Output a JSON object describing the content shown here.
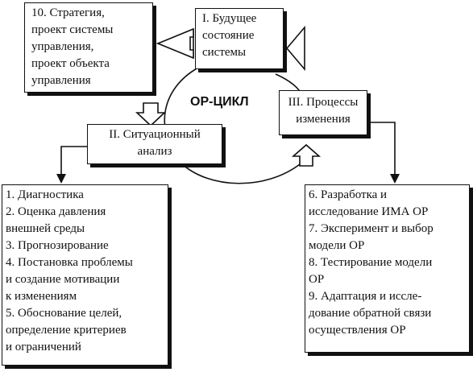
{
  "diagram": {
    "cycle_title": "ОР-ЦИКЛ",
    "nodes": {
      "strategy": "10. Стратегия,\nпроект системы\nуправления,\nпроект объекта\nуправления",
      "future_state": "I. Будущее\nсостояние\nсистемы",
      "change_processes": "III. Процессы\nизменения",
      "situational_analysis": "II. Ситуационный\nанализ"
    },
    "left_list": [
      "1. Диагностика",
      "2. Оценка давления",
      "внешней среды",
      "3. Прогнозирование",
      "4. Постановка проблемы",
      "и создание мотивации",
      "к изменениям",
      "5. Обоснование целей,",
      "определение критериев",
      "и ограничений"
    ],
    "right_list": [
      "6. Разработка и",
      "исследование ИМА ОР",
      "7. Эксперимент и выбор",
      "модели ОР",
      "8. Тестирование модели",
      "ОР",
      "9. Адаптация и иссле-",
      "дование обратной связи",
      "осуществления ОР"
    ]
  }
}
